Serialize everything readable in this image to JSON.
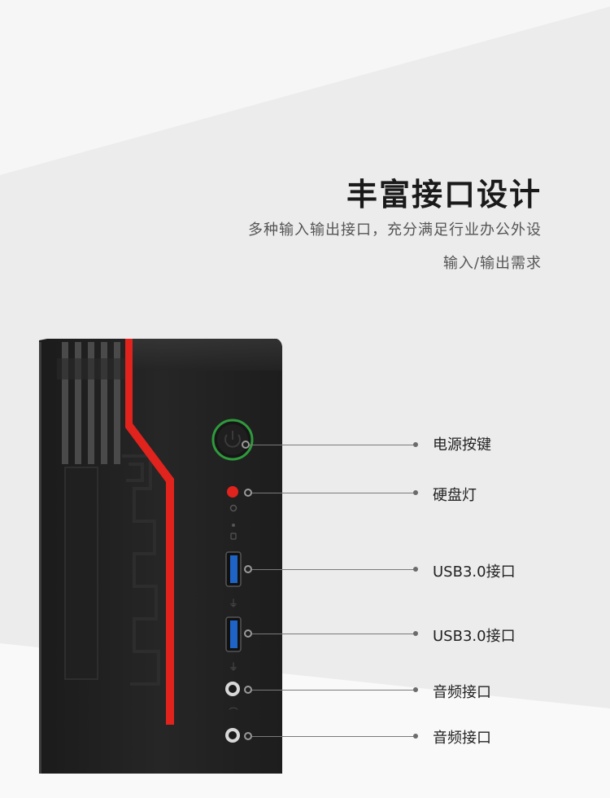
{
  "heading": {
    "title": "丰富接口设计",
    "subtitle_line1": "多种输入输出接口，充分满足行业办公外设",
    "subtitle_line2": "输入/输出需求"
  },
  "ports": [
    {
      "label": "电源按键",
      "icon": "power-button"
    },
    {
      "label": "硬盘灯",
      "icon": "hdd-led"
    },
    {
      "label": "USB3.0接口",
      "icon": "usb-port"
    },
    {
      "label": "USB3.0接口",
      "icon": "usb-port"
    },
    {
      "label": "音频接口",
      "icon": "audio-jack"
    },
    {
      "label": "音频接口",
      "icon": "audio-jack"
    }
  ],
  "colors": {
    "accent": "#e0231d",
    "case": "#222222",
    "usb": "#1e63c6",
    "power_ring": "#2f9a3c"
  }
}
